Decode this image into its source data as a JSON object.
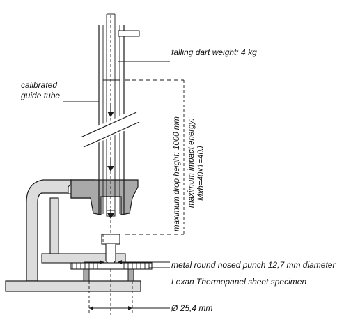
{
  "labels": {
    "dart_weight": "falling dart weight: 4 kg",
    "guide_tube_line1": "calibrated",
    "guide_tube_line2": "guide tube",
    "drop_height": "maximum drop height: 1000 mm",
    "impact_energy_line1": "maximum impact energy:",
    "impact_energy_line2": "Mxh=40x1=40J",
    "punch": "metal round nosed punch 12,7 mm diameter",
    "specimen": "Lexan Thermopanel sheet specimen",
    "diameter": "Ø 25,4 mm"
  },
  "colors": {
    "line": "#1a1a1a",
    "fill_light": "#dcdcdc",
    "fill_dark": "#a9a9a9",
    "background": "#ffffff"
  }
}
